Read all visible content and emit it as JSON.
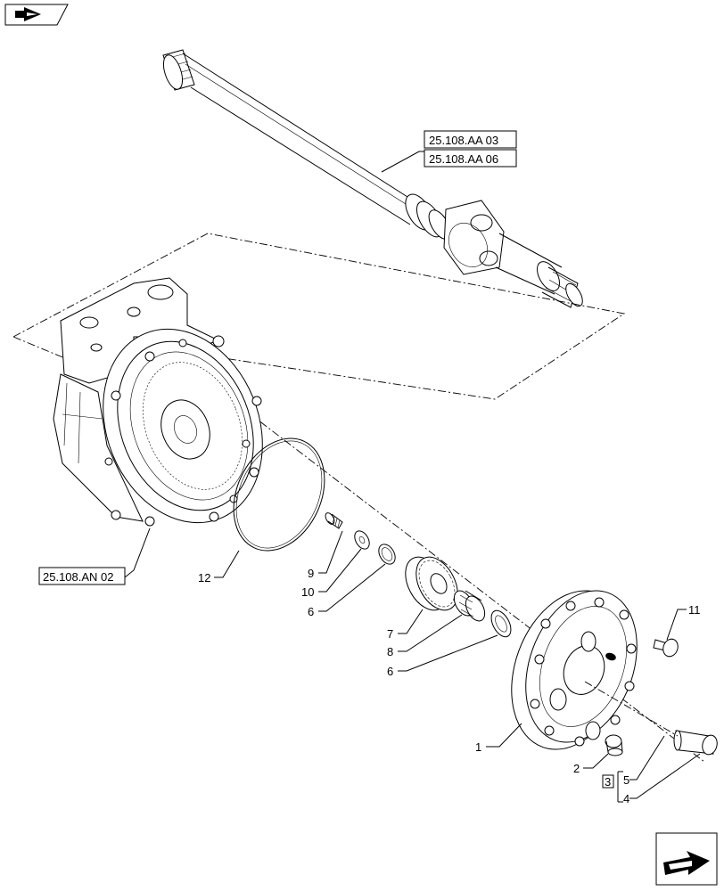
{
  "header": {
    "nav_icon": "arrow-right-icon"
  },
  "references": {
    "shaft_ref_1": "25.108.AA 03",
    "shaft_ref_2": "25.108.AA 06",
    "hub_ref": "25.108.AN 02"
  },
  "callouts": {
    "c1": "1",
    "c2": "2",
    "c3": "3",
    "c4": "4",
    "c5": "5",
    "c6a": "6",
    "c6b": "6",
    "c7": "7",
    "c8": "8",
    "c9": "9",
    "c10": "10",
    "c11": "11",
    "c12": "12"
  },
  "footer": {
    "nav_icon": "arrow-forward-icon"
  }
}
